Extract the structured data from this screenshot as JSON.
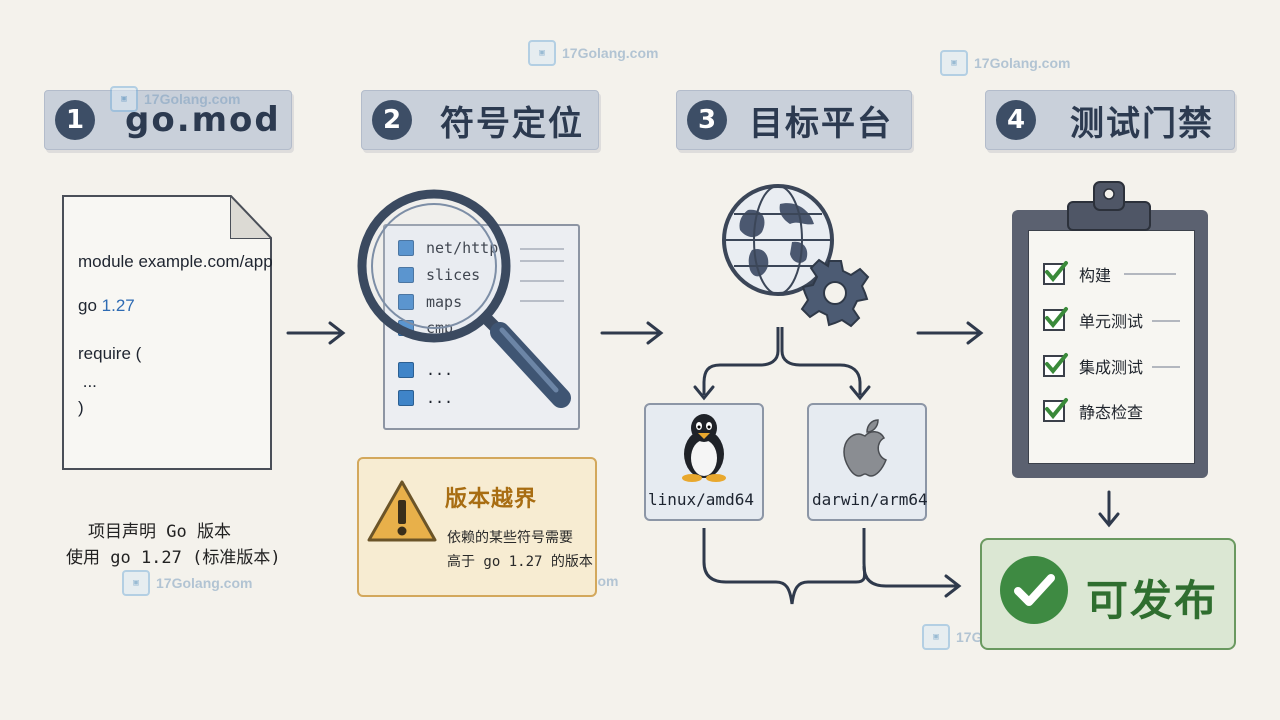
{
  "watermark": {
    "text": "17Golang.com"
  },
  "steps": [
    {
      "num": "1",
      "title": "go.mod"
    },
    {
      "num": "2",
      "title": "符号定位"
    },
    {
      "num": "3",
      "title": "目标平台"
    },
    {
      "num": "4",
      "title": "测试门禁"
    }
  ],
  "gomod": {
    "lines": [
      "module example.com/app",
      "go ",
      "1.27",
      "require (",
      " ...",
      ")"
    ],
    "caption_line1": "项目声明 Go 版本",
    "caption_line2": "使用 go 1.27 (标准版本)"
  },
  "symbols": {
    "packages": [
      "net/http",
      "slices",
      "maps",
      "cmp",
      "...",
      "..."
    ]
  },
  "warning": {
    "title": "版本越界",
    "line1": "依赖的某些符号需要",
    "line2": "高于 go 1.27 的版本"
  },
  "platforms": [
    {
      "label": "linux/amd64",
      "icon": "tux-penguin-icon"
    },
    {
      "label": "darwin/arm64",
      "icon": "apple-icon"
    }
  ],
  "checks": [
    {
      "label": "构建"
    },
    {
      "label": "单元测试"
    },
    {
      "label": "集成测试"
    },
    {
      "label": "静态检查"
    }
  ],
  "result": {
    "label": "可发布"
  },
  "colors": {
    "header_bg": "#c9d0da",
    "step_num": "#3d4e66",
    "accent_blue": "#2e6bb3",
    "warning_bg": "#f7ecd2",
    "warning_title": "#a86d12",
    "success": "#3e8a42",
    "success_bg": "#dbe7d3"
  }
}
